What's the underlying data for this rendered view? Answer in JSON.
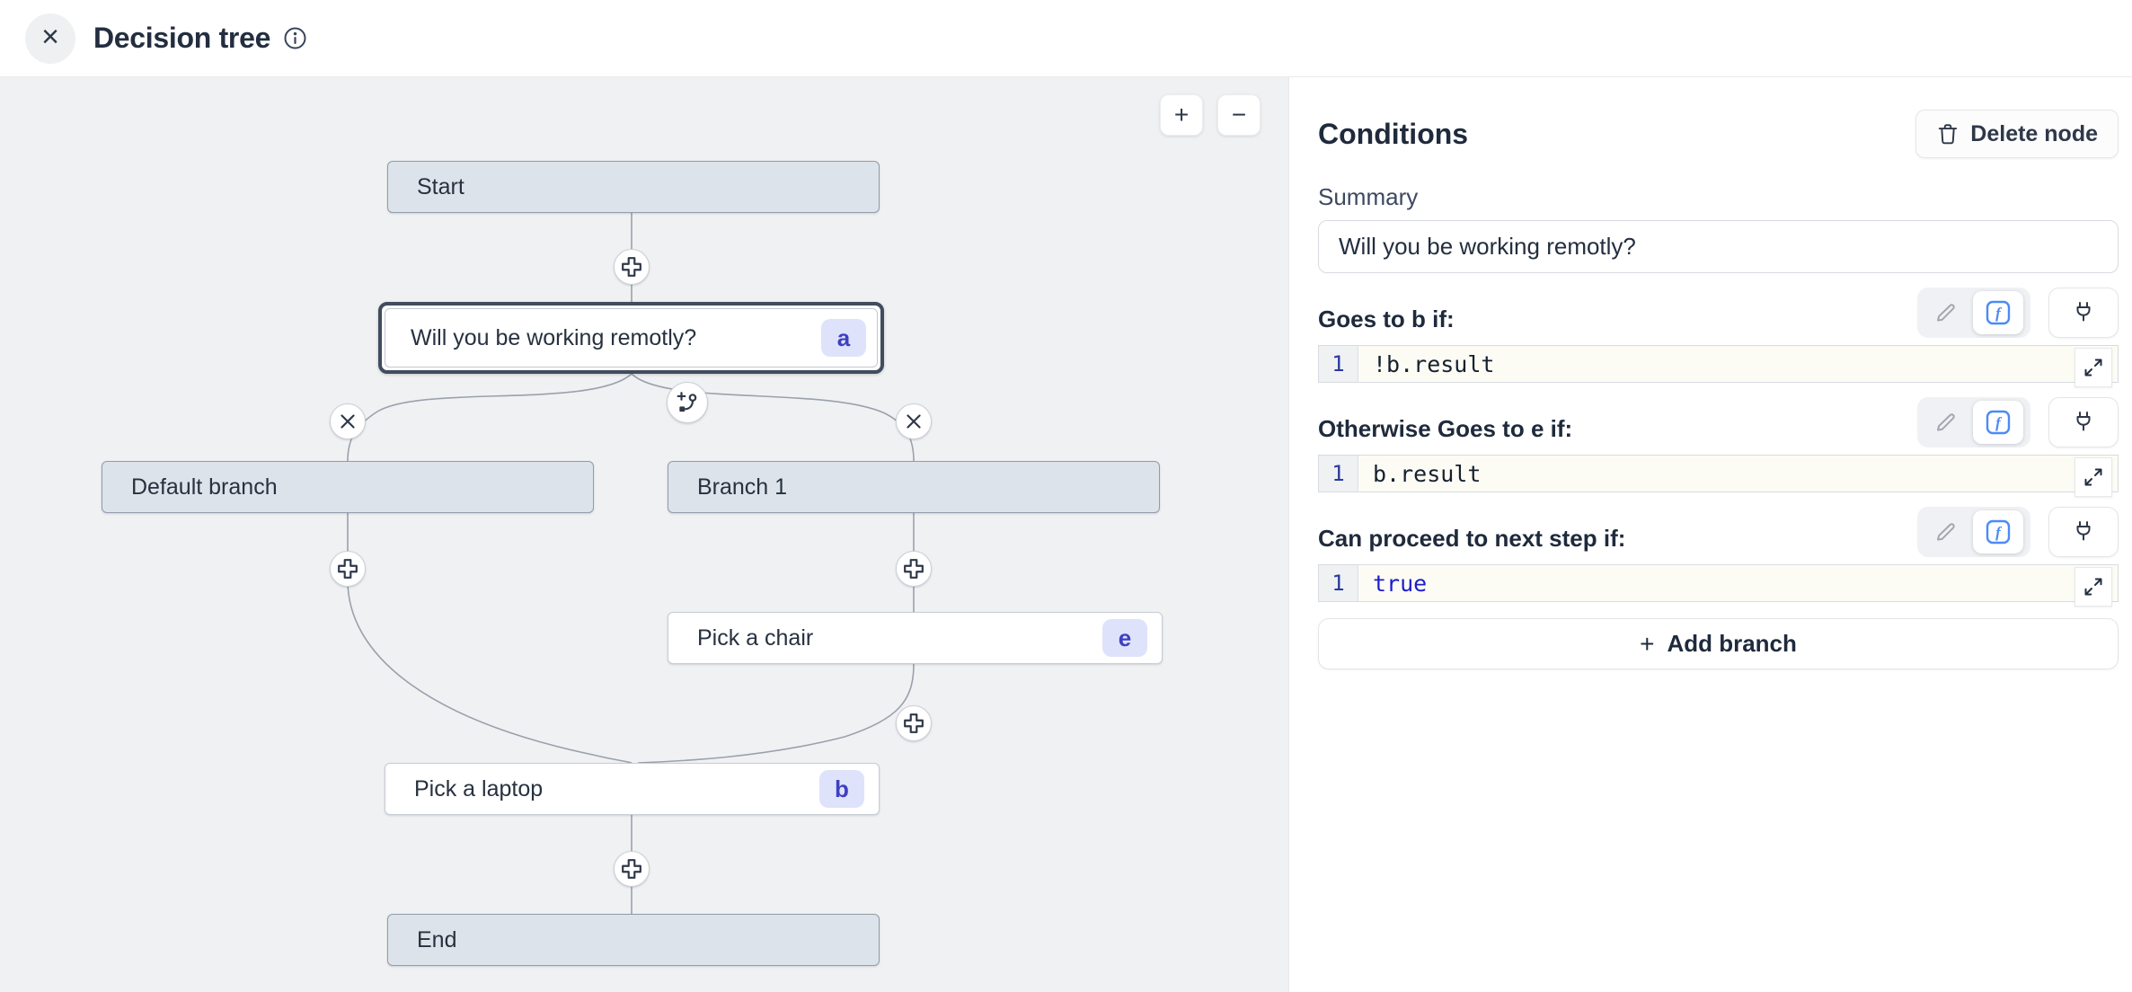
{
  "header": {
    "close": "×",
    "title": "Decision tree"
  },
  "canvas": {
    "zoom_in_label": "+",
    "zoom_out_label": "−",
    "nodes": {
      "start": {
        "label": "Start"
      },
      "decision": {
        "label": "Will you be working remotly?",
        "badge": "a"
      },
      "default_branch": {
        "label": "Default branch"
      },
      "branch_1": {
        "label": "Branch 1"
      },
      "pick_chair": {
        "label": "Pick a chair",
        "badge": "e"
      },
      "pick_laptop": {
        "label": "Pick a laptop",
        "badge": "b"
      },
      "end": {
        "label": "End"
      }
    }
  },
  "panel": {
    "title": "Conditions",
    "delete_button": "Delete node",
    "summary": {
      "label": "Summary",
      "value": "Will you be working remotly?"
    },
    "conditions": [
      {
        "label": "Goes to b if:",
        "line_number": "1",
        "code": "!b.result"
      },
      {
        "label": "Otherwise Goes to e if:",
        "line_number": "1",
        "code": "b.result"
      },
      {
        "label": "Can proceed to next step if:",
        "line_number": "1",
        "code": "true"
      }
    ],
    "add_branch": {
      "plus": "+",
      "label": "Add branch"
    }
  },
  "colors": {
    "canvas_bg": "#f0f1f3",
    "node_gray": "#dde3ea",
    "selected_border": "#414c5e",
    "badge_bg": "#dee3fb",
    "badge_text": "#4040c0",
    "accent_blue": "#4b8bf5",
    "line_number_blue": "#2a3a9e",
    "keyword_blue": "#1d1dce",
    "edge_gray": "#9aa1ab"
  }
}
